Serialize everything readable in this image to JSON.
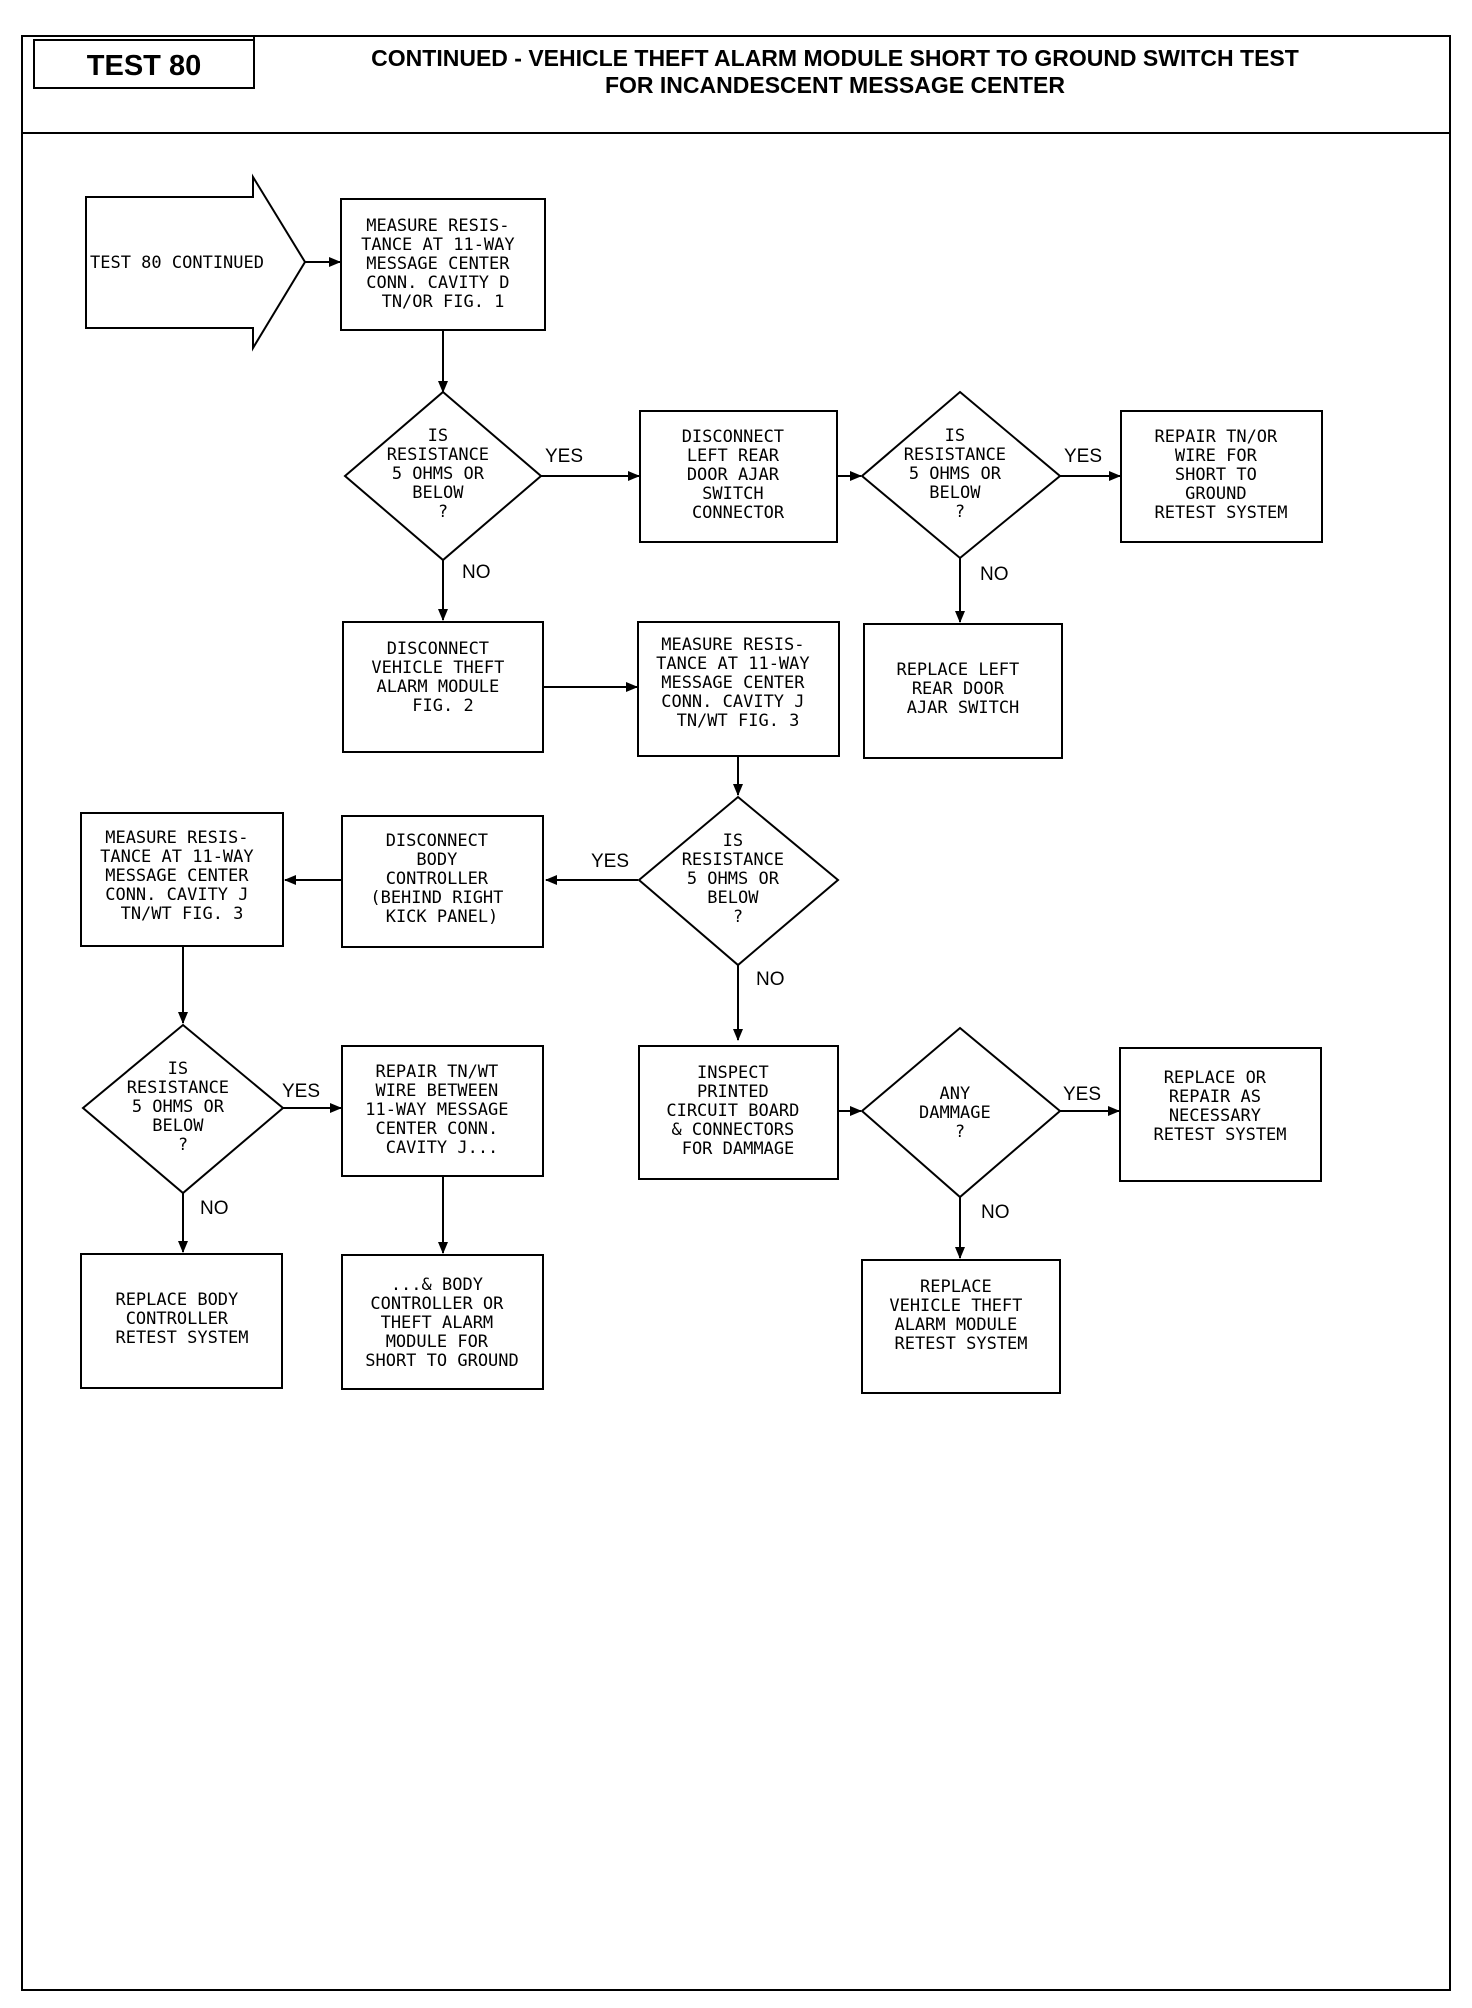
{
  "header": {
    "test_label": "TEST 80",
    "title_line1": "CONTINUED - VEHICLE THEFT ALARM MODULE SHORT TO GROUND SWITCH TEST",
    "title_line2": "FOR INCANDESCENT MESSAGE CENTER"
  },
  "entry_arrow": {
    "text": "TEST 80 CONTINUED"
  },
  "steps": {
    "measure_cavity_d": [
      "MEASURE RESIS-",
      "TANCE AT 11-WAY",
      "MESSAGE CENTER",
      "CONN. CAVITY D",
      "TN/OR FIG. 1"
    ],
    "decision_resistance_1": [
      "IS",
      "RESISTANCE",
      "5 OHMS OR",
      "BELOW",
      "?"
    ],
    "disconnect_door_ajar": [
      "DISCONNECT",
      "LEFT REAR",
      "DOOR AJAR",
      "SWITCH",
      "CONNECTOR"
    ],
    "decision_resistance_2": [
      "IS",
      "RESISTANCE",
      "5 OHMS OR",
      "BELOW",
      "?"
    ],
    "repair_tn_or_wire": [
      "REPAIR TN/OR",
      "WIRE FOR",
      "SHORT TO",
      "GROUND",
      "RETEST SYSTEM"
    ],
    "disconnect_alarm_module": [
      "DISCONNECT",
      "VEHICLE THEFT",
      "ALARM MODULE",
      "FIG. 2"
    ],
    "measure_cavity_j_1": [
      "MEASURE RESIS-",
      "TANCE AT 11-WAY",
      "MESSAGE CENTER",
      "CONN. CAVITY J",
      "TN/WT FIG. 3"
    ],
    "replace_door_ajar_switch": [
      "REPLACE LEFT",
      "REAR DOOR",
      "AJAR SWITCH"
    ],
    "measure_cavity_j_2": [
      "MEASURE RESIS-",
      "TANCE AT 11-WAY",
      "MESSAGE CENTER",
      "CONN. CAVITY J",
      "TN/WT FIG. 3"
    ],
    "disconnect_body_controller": [
      "DISCONNECT",
      "BODY",
      "CONTROLLER",
      "(BEHIND RIGHT",
      "KICK PANEL)"
    ],
    "decision_resistance_3": [
      "IS",
      "RESISTANCE",
      "5 OHMS OR",
      "BELOW",
      "?"
    ],
    "decision_resistance_4": [
      "IS",
      "RESISTANCE",
      "5 OHMS OR",
      "BELOW",
      "?"
    ],
    "repair_tn_wt_wire": [
      "REPAIR TN/WT",
      "WIRE BETWEEN",
      "11-WAY MESSAGE",
      "CENTER CONN.",
      "CAVITY J..."
    ],
    "inspect_circuit_board": [
      "INSPECT",
      "PRINTED",
      "CIRCUIT BOARD",
      "& CONNECTORS",
      "FOR DAMMAGE"
    ],
    "decision_damage": [
      "ANY",
      "DAMMAGE",
      "?"
    ],
    "replace_or_repair": [
      "REPLACE OR",
      "REPAIR AS",
      "NECESSARY",
      "RETEST SYSTEM"
    ],
    "replace_body_controller": [
      "REPLACE BODY",
      "CONTROLLER",
      "RETEST SYSTEM"
    ],
    "body_controller_or_alarm": [
      "...& BODY",
      "CONTROLLER OR",
      "THEFT ALARM",
      "MODULE FOR",
      "SHORT TO GROUND"
    ],
    "replace_alarm_module": [
      "REPLACE",
      "VEHICLE THEFT",
      "ALARM MODULE",
      "RETEST SYSTEM"
    ]
  },
  "branch_labels": {
    "yes": "YES",
    "no": "NO"
  }
}
